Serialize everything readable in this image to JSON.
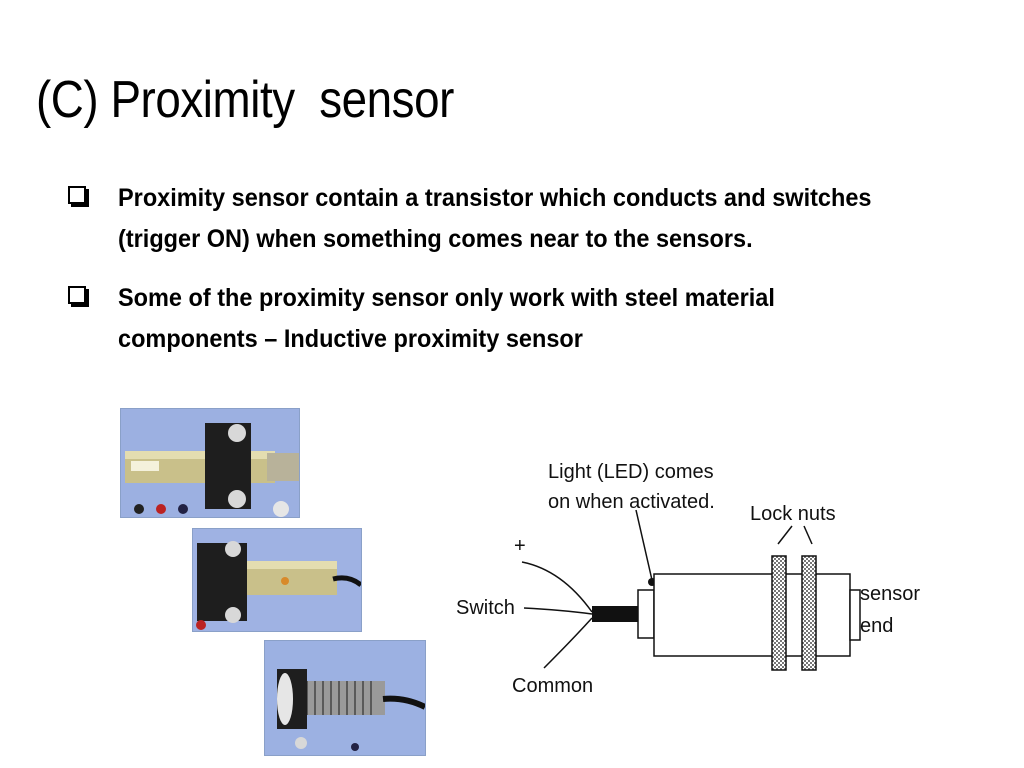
{
  "slide": {
    "title": "(C) Proximity  sensor",
    "bullets": [
      "Proximity sensor contain a transistor which conducts and switches (trigger ON) when something comes near to the sensors.",
      "Some of the proximity sensor only work with steel material components – Inductive proximity sensor"
    ]
  },
  "diagram": {
    "labels": {
      "led_line1": "Light (LED) comes",
      "led_line2": "on when activated.",
      "lock_nuts": "Lock nuts",
      "plus": "+",
      "switch": "Switch",
      "common": "Common",
      "sensor_line1": "sensor",
      "sensor_line2": "end"
    }
  },
  "colors": {
    "photo_background": "#8fa6dd",
    "sensor_body": "#c9c08a",
    "bracket": "#1e1e1e",
    "lock_nut_fill": "#d9d9d9"
  }
}
